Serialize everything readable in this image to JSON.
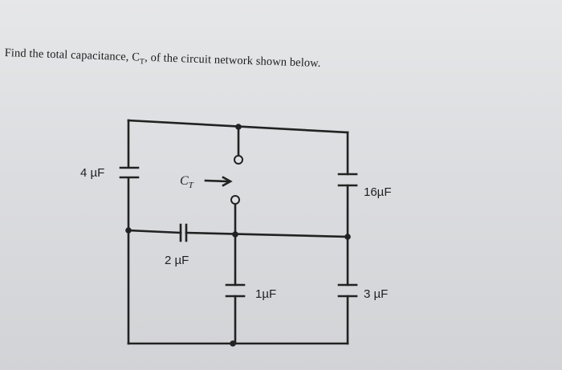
{
  "question": {
    "prefix": "Find the total capacitance, C",
    "sub": "T",
    "suffix": ", of the circuit network shown below."
  },
  "circuit": {
    "capacitors": [
      {
        "id": "c-4uf",
        "label": "4 µF"
      },
      {
        "id": "c-2uf",
        "label": "2 µF"
      },
      {
        "id": "c-16uf",
        "label": "16µF"
      },
      {
        "id": "c-1uf",
        "label": "1µF"
      },
      {
        "id": "c-3uf",
        "label": "3 µF"
      }
    ],
    "terminal_label_main": "C",
    "terminal_label_sub": "T"
  }
}
